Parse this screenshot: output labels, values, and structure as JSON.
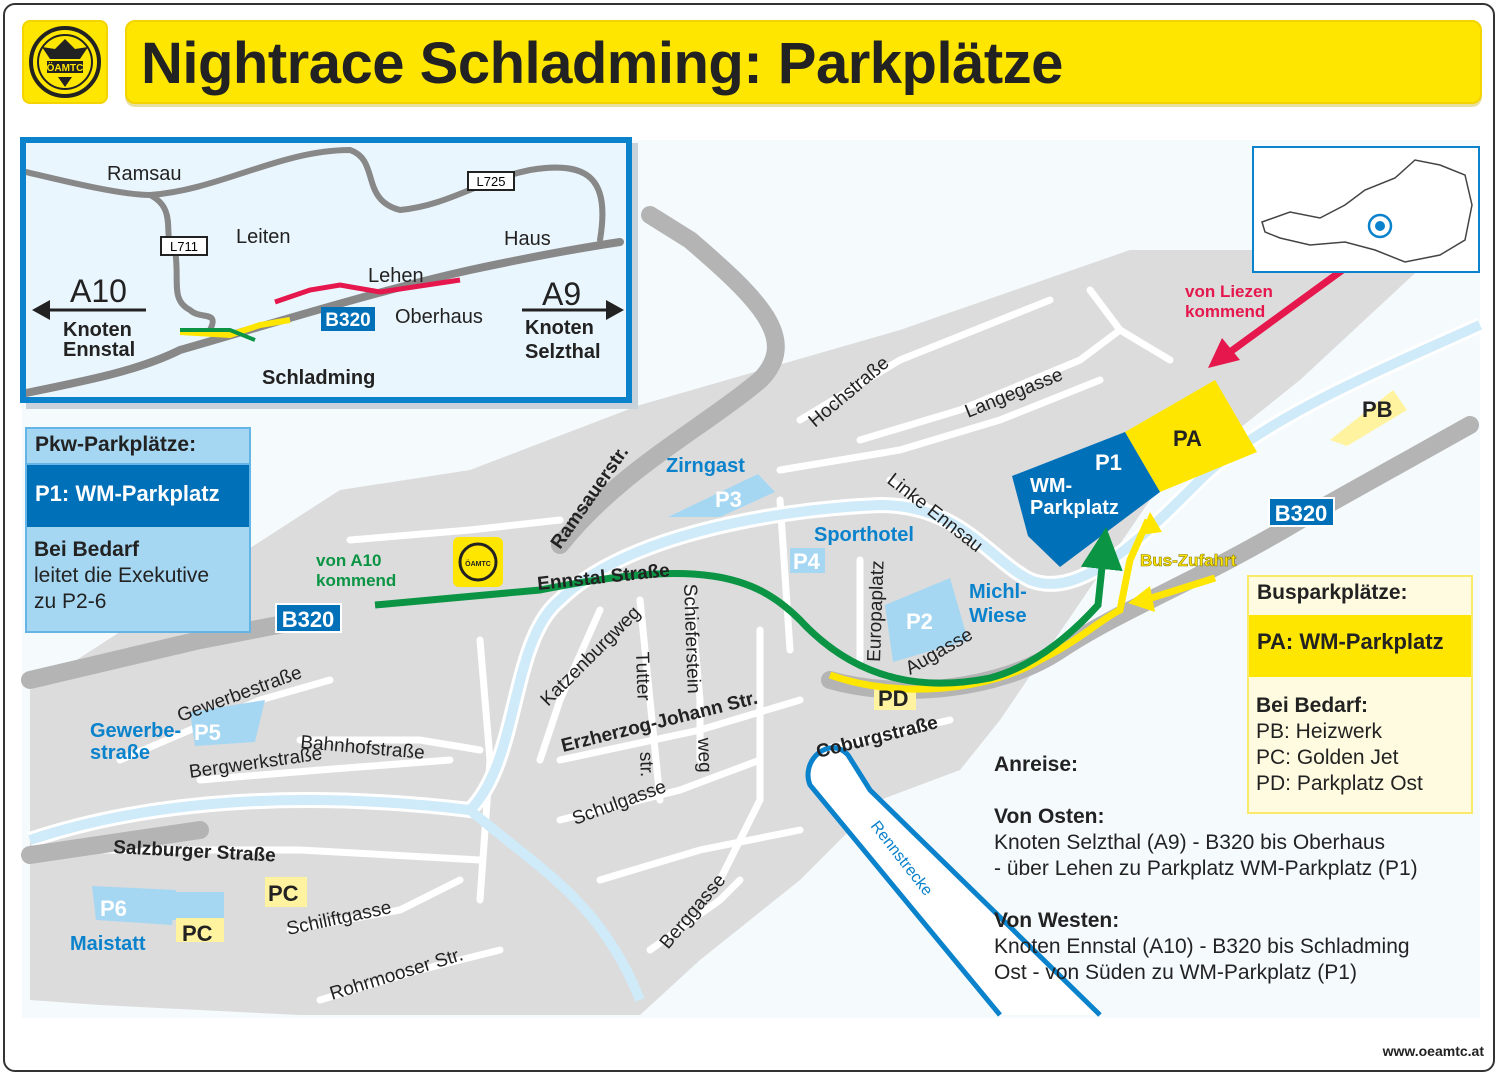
{
  "header": {
    "title": "Nightrace Schladming: Parkplätze",
    "logo_text": "ÖAMTC"
  },
  "colors": {
    "title_bg": "#ffe600",
    "pkw_blue": "#0070b8",
    "pkw_light": "#a6d7f2",
    "route_green": "#0a9444",
    "route_yellow": "#ffe600",
    "route_red": "#e5174d",
    "road_gray": "#b4b4b4"
  },
  "inset": {
    "places": [
      "Ramsau",
      "Leiten",
      "Lehen",
      "Haus",
      "Oberhaus",
      "Schladming"
    ],
    "roads": [
      "L711",
      "L725",
      "B320"
    ],
    "west": {
      "motorway": "A10",
      "junction1": "Knoten",
      "junction2": "Ennstal"
    },
    "east": {
      "motorway": "A9",
      "junction1": "Knoten",
      "junction2": "Selzthal"
    }
  },
  "map": {
    "streets": [
      "Ramsauerstr.",
      "Hochstraße",
      "Langegasse",
      "Linke Ennsau",
      "Ennstal Straße",
      "Schieferstein",
      "weg",
      "Katzenburgweg",
      "Tutter",
      "str.",
      "Europaplatz",
      "Augasse",
      "Erzherzog-Johann Str.",
      "Coburgstraße",
      "Gewerbestraße",
      "Bahnhofstraße",
      "Bergwerkstraße",
      "Salzburger Straße",
      "Schulgasse",
      "Schiliftgasse",
      "Rohrmooser Str.",
      "Berggasse",
      "Rennstrecke"
    ],
    "places": [
      "Zirngast",
      "Sporthotel",
      "Michl-",
      "Wiese",
      "Gewerbe-",
      "straße",
      "Maistatt",
      "WM-",
      "Parkplatz"
    ],
    "parking": [
      "P1",
      "P2",
      "P3",
      "P4",
      "P5",
      "P6",
      "PA",
      "PB",
      "PC",
      "PC",
      "PD"
    ],
    "roads": [
      "B320",
      "B320"
    ],
    "arrivals": {
      "west1": "von A10",
      "west2": "kommend",
      "east1": "von Liezen",
      "east2": "kommend",
      "bus": "Bus-Zufahrt"
    }
  },
  "pkw_legend": {
    "title": "Pkw-Parkplätze:",
    "main": "P1: WM-Parkplatz",
    "need_title": "Bei Bedarf",
    "need_lines": [
      "leitet die Exekutive",
      "zu P2-6"
    ]
  },
  "bus_legend": {
    "title": "Busparkplätze:",
    "main": "PA: WM-Parkplatz",
    "need_title": "Bei Bedarf:",
    "need_lines": [
      "PB: Heizwerk",
      "PC: Golden Jet",
      "PD: Parkplatz Ost"
    ]
  },
  "anreise": {
    "title": "Anreise:",
    "east_title": "Von Osten:",
    "east_lines": [
      "Knoten Selzthal (A9) - B320 bis Oberhaus",
      "- über Lehen zu Parkplatz WM-Parkplatz (P1)"
    ],
    "west_title": "Von Westen:",
    "west_lines": [
      "Knoten Ennstal (A10) - B320 bis Schladming",
      "Ost - von Süden zu WM-Parkplatz (P1)"
    ]
  },
  "footer": {
    "url": "www.oeamtc.at"
  }
}
